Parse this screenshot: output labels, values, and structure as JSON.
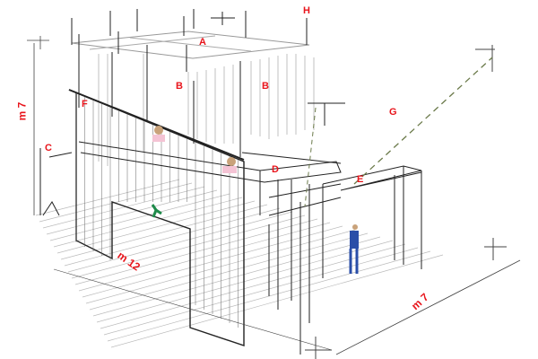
{
  "labels": {
    "A": "A",
    "B1": "B",
    "B2": "B",
    "C": "C",
    "D": "D",
    "E": "E",
    "F": "F",
    "G": "G",
    "H": "H"
  },
  "dimensions": {
    "height": "m 7",
    "length": "m 12",
    "width": "m 7"
  },
  "colors": {
    "label": "#e8141b",
    "line": "#222222",
    "dashed": "#6b7a4a"
  }
}
